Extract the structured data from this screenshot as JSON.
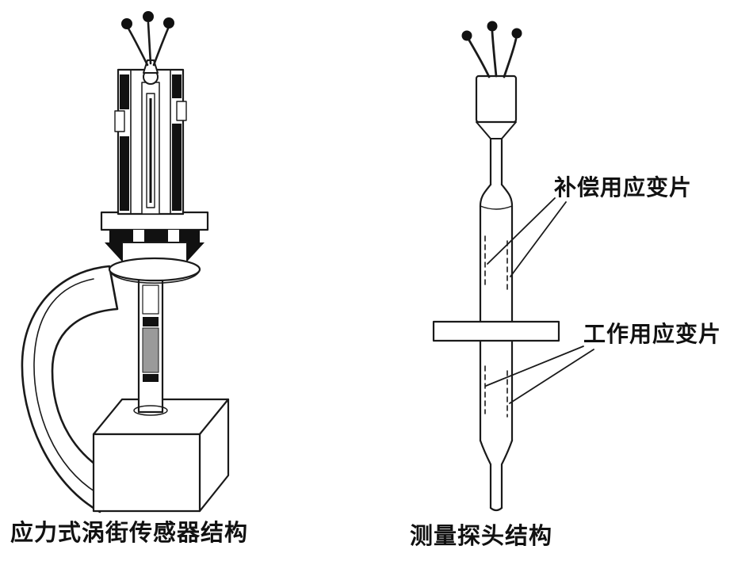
{
  "page": {
    "background_color": "#ffffff",
    "ink_color": "#1a1a1a"
  },
  "left_figure": {
    "caption": "应力式涡街传感器结构"
  },
  "right_figure": {
    "caption": "测量探头结构",
    "labels": {
      "compensation": "补偿用应变片",
      "working": "工作用应变片"
    }
  }
}
